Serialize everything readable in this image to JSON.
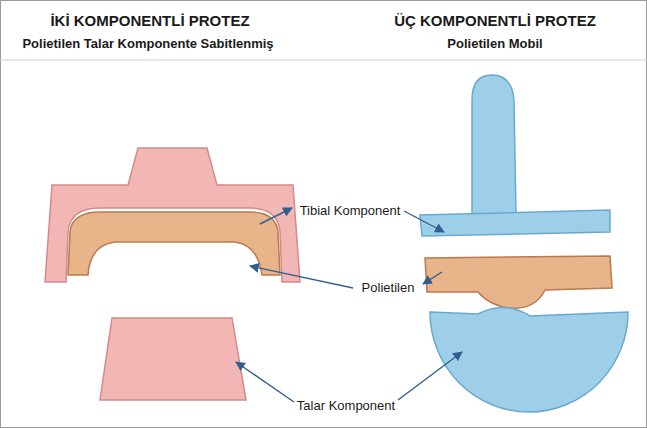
{
  "diagram": {
    "labels": [
      "İKİ KOMPONENTLİ PROTEZ",
      "Polietilen Talar Komponente Sabitlenmiş",
      "ÜÇ KOMPONENTLİ PROTEZ",
      "Polietilen Mobil",
      "Tibial Komponent",
      "Polietilen",
      "Talar Komponent"
    ]
  }
}
